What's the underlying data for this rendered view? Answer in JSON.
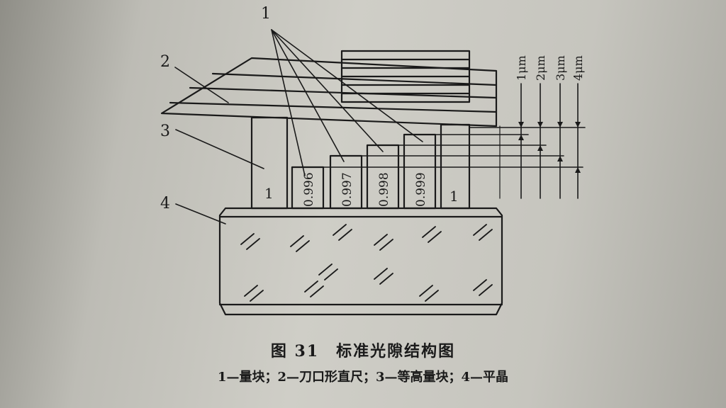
{
  "labels": {
    "callout_1": "1",
    "callout_2": "2",
    "callout_3": "3",
    "callout_4": "4",
    "block_left_label": "1",
    "block_right_label": "1"
  },
  "blocks": [
    "0.996",
    "0.997",
    "0.998",
    "0.999"
  ],
  "gaps": [
    "1μm",
    "2μm",
    "3μm",
    "4μm"
  ],
  "caption": {
    "title": "图 31　标准光隙结构图",
    "legend": "1—量块；2—刀口形直尺；3—等高量块；4—平晶"
  },
  "colors": {
    "ink": "#1a1a1a",
    "paper": "#cfcec7"
  }
}
